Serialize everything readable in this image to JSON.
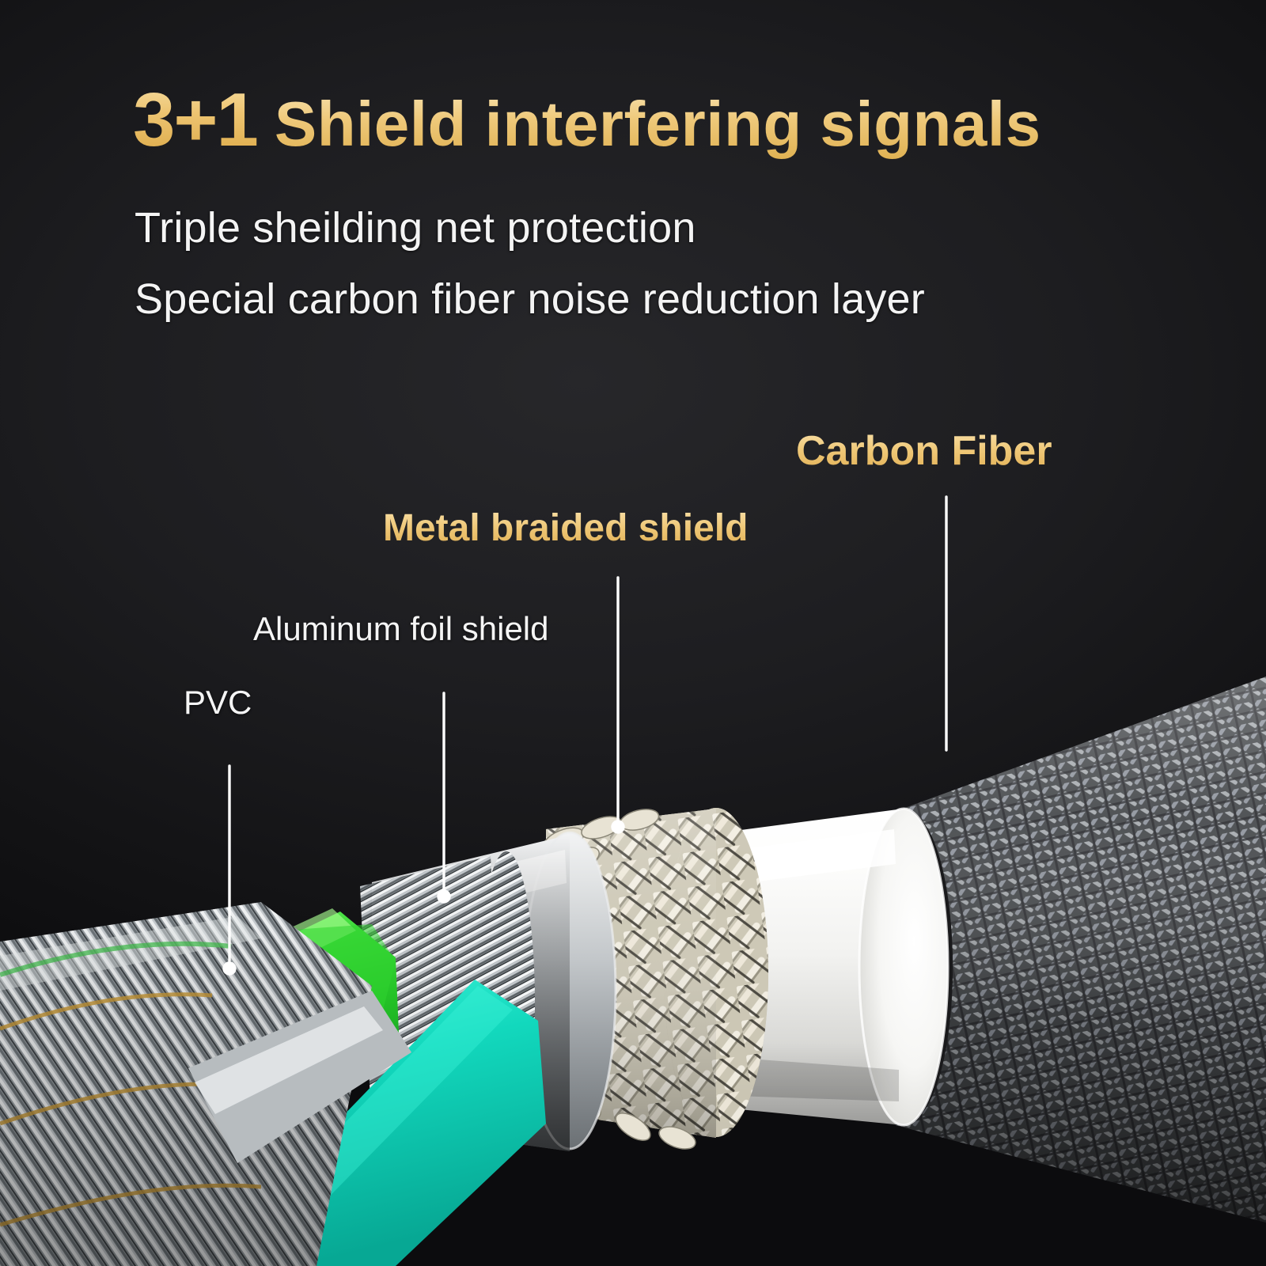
{
  "headline": {
    "badge": "3+1",
    "main": "Shield interfering signals"
  },
  "subtitles": {
    "line1": "Triple sheilding net protection",
    "line2": "Special carbon fiber noise reduction layer"
  },
  "callouts": [
    {
      "id": "carbon",
      "label": "Carbon Fiber",
      "style": "gold"
    },
    {
      "id": "braid",
      "label": "Metal braided shield",
      "style": "gold"
    },
    {
      "id": "foil",
      "label": "Aluminum foil shield",
      "style": "plain"
    },
    {
      "id": "pvc",
      "label": "PVC",
      "style": "plain"
    }
  ],
  "colors": {
    "background_dark": "#1d1d20",
    "gold_accent": "#edc471",
    "gold_light": "#f8e2ae",
    "text_white": "#f4f4f4",
    "leader_line": "#ffffff",
    "pvc_green": "#35c935",
    "inner_teal": "#17d6c0",
    "foil_silver": "#c9cdcf",
    "braid_silver": "#d8d5c4",
    "sleeve_white": "#f7f7f5",
    "carbon_grey": "#6e7174",
    "rim_black": "#131314"
  },
  "illustration": {
    "name": "cable-cutaway-diagram",
    "layers": [
      "pvc-green-jacket",
      "aluminum-foil-shield",
      "metal-braided-shield",
      "white-outer-sleeve",
      "carbon-fiber-sheath",
      "teal-inner-core"
    ]
  }
}
